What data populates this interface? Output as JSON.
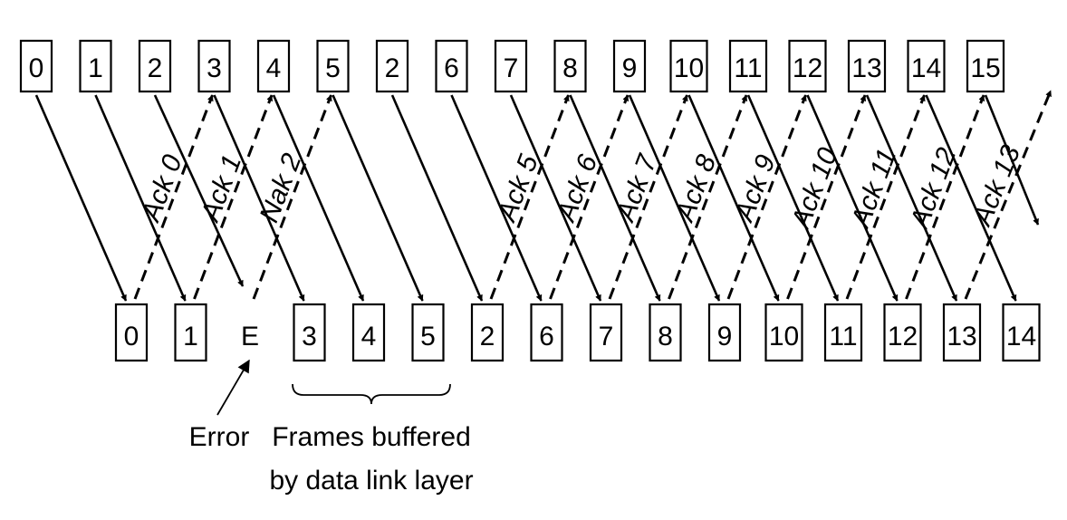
{
  "sender_frames": [
    "0",
    "1",
    "2",
    "3",
    "4",
    "5",
    "2",
    "6",
    "7",
    "8",
    "9",
    "10",
    "11",
    "12",
    "13",
    "14",
    "15"
  ],
  "receiver_frames": [
    "0",
    "1",
    "E",
    "3",
    "4",
    "5",
    "2",
    "6",
    "7",
    "8",
    "9",
    "10",
    "11",
    "12",
    "13",
    "14"
  ],
  "ack_labels": [
    "Ack 0",
    "Ack 1",
    "Nak 2",
    "Ack 5",
    "Ack 6",
    "Ack 7",
    "Ack 8",
    "Ack 9",
    "Ack 10",
    "Ack 11",
    "Ack 12",
    "Ack 13"
  ],
  "annotations": {
    "error": "Error",
    "buffered_line1": "Frames buffered",
    "buffered_line2": "by data link layer"
  },
  "colors": {
    "ink": "#000000",
    "background": "#ffffff"
  }
}
